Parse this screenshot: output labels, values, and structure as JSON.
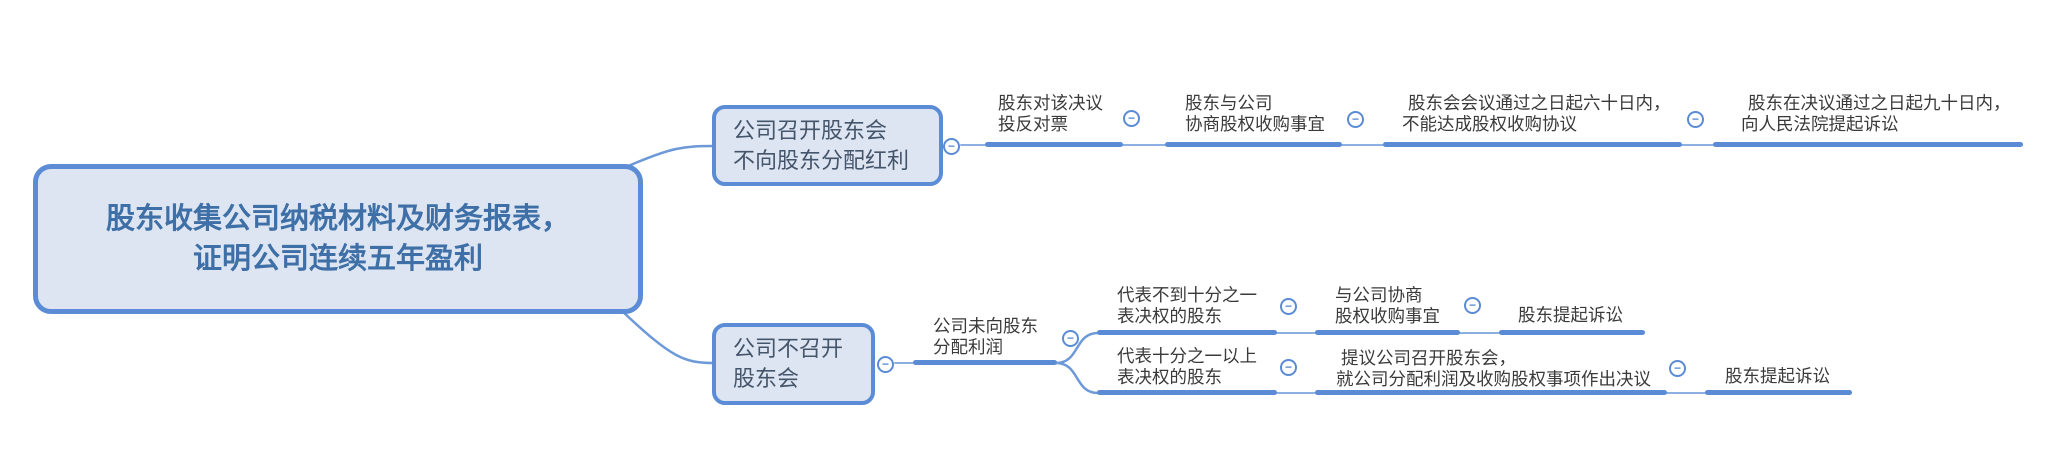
{
  "palette": {
    "thick_line": "#5b8bd5",
    "thin_line": "#8cb0e2",
    "curve_line": "#6d99d9",
    "box_border": "#5b8cd5",
    "box_fill": "#dce5f1",
    "root_text": "#3e6fa6",
    "box_text": "#45556b",
    "node_text": "#3a3a3a",
    "background": "#ffffff"
  },
  "icons": {
    "collapse_minus": "−"
  },
  "root": {
    "lines": [
      "股东收集公司纳税材料及财务报表，",
      "证明公司连续五年盈利"
    ]
  },
  "branches": {
    "top": {
      "topic": {
        "lines": [
          "公司召开股东会",
          "不向股东分配红利"
        ]
      },
      "chain": [
        {
          "lines": [
            "股东对该决议",
            "投反对票"
          ]
        },
        {
          "lines": [
            "股东与公司",
            "协商股权收购事宜"
          ]
        },
        {
          "lines": [
            "股东会会议通过之日起六十日内，",
            "不能达成股权收购协议"
          ]
        },
        {
          "lines": [
            "股东在决议通过之日起九十日内，",
            "向人民法院提起诉讼"
          ]
        }
      ]
    },
    "bottom": {
      "topic": {
        "lines": [
          "公司不召开",
          "股东会"
        ]
      },
      "child": {
        "lines": [
          "公司未向股东",
          "分配利润"
        ]
      },
      "upper_chain": [
        {
          "lines": [
            "代表不到十分之一",
            "表决权的股东"
          ]
        },
        {
          "lines": [
            "与公司协商",
            "股权收购事宜"
          ]
        },
        {
          "lines": [
            "股东提起诉讼"
          ]
        }
      ],
      "lower_chain": [
        {
          "lines": [
            "代表十分之一以上",
            "表决权的股东"
          ]
        },
        {
          "lines": [
            "提议公司召开股东会，",
            "就公司分配利润及收购股权事项作出决议"
          ]
        },
        {
          "lines": [
            "股东提起诉讼"
          ]
        }
      ]
    }
  }
}
